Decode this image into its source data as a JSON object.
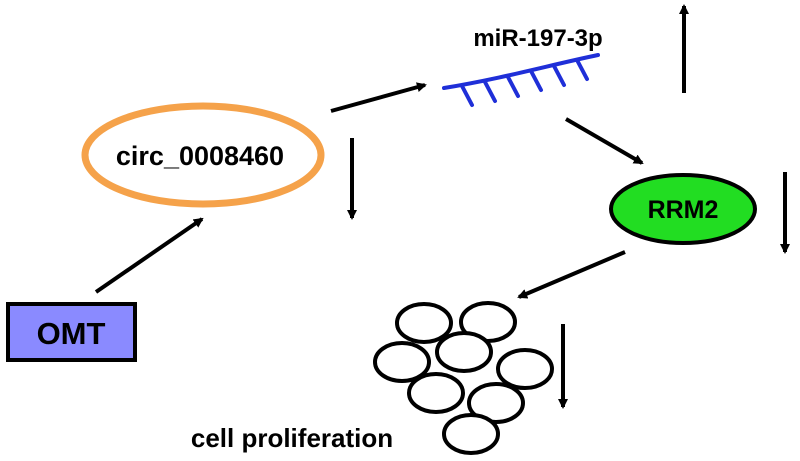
{
  "diagram": {
    "nodes": {
      "omt": {
        "label": "OMT",
        "fill": "#8a8aff"
      },
      "circ": {
        "label": "circ_0008460",
        "stroke": "#f5a24a"
      },
      "mirna": {
        "label": "miR-197-3p",
        "stroke": "#1f2fd8"
      },
      "rrm2": {
        "label": "RRM2",
        "fill": "#22dd22"
      },
      "cells": {
        "label": "cell proliferation"
      }
    },
    "regulation": {
      "circ": "down",
      "mirna": "up",
      "rrm2": "down",
      "cells": "down"
    },
    "edges": [
      {
        "from": "omt",
        "to": "circ"
      },
      {
        "from": "circ",
        "to": "mirna"
      },
      {
        "from": "mirna",
        "to": "rrm2"
      },
      {
        "from": "rrm2",
        "to": "cells"
      }
    ]
  }
}
